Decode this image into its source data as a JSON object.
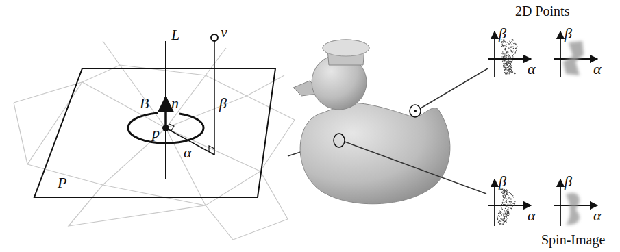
{
  "diagram": {
    "labels": [
      "L",
      "v",
      "n",
      "B",
      "β",
      "p",
      "α",
      "P",
      "2D Points",
      "β",
      "α",
      "β",
      "α",
      "β",
      "α",
      "β",
      "α",
      "Spin-Image"
    ]
  }
}
